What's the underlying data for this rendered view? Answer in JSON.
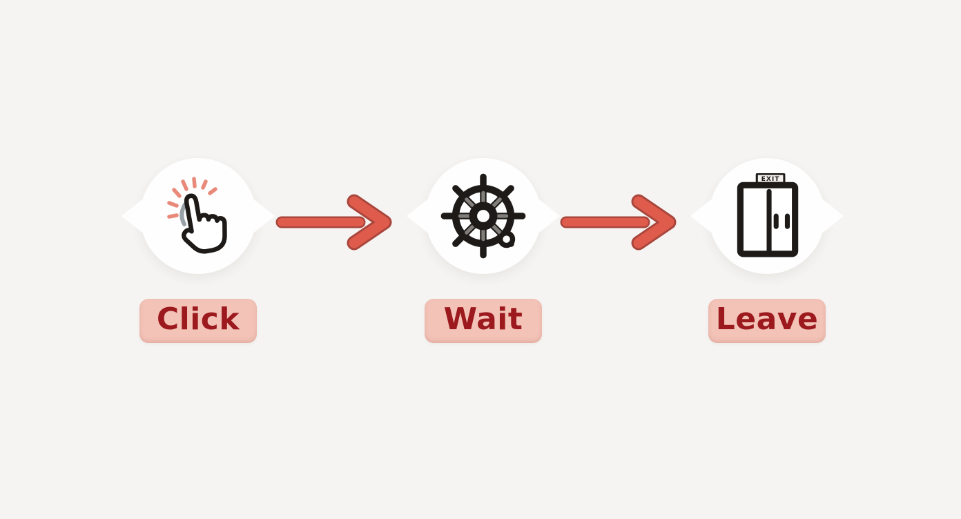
{
  "colors": {
    "background": "#f5f4f2",
    "bubble": "#fefefe",
    "arrow_fill": "#df5b4c",
    "arrow_outline": "#a8463c",
    "pill_background": "#f3c3b8",
    "label_text": "#9c1a1e",
    "icon_stroke": "#1d1a18",
    "click_rays": "#e8897a",
    "motion_gray": "#98a0a8"
  },
  "steps": [
    {
      "label": "Click",
      "icon": "click-hand-icon"
    },
    {
      "label": "Wait",
      "icon": "ship-wheel-spinner-icon"
    },
    {
      "label": "Leave",
      "icon": "elevator-door-icon",
      "door_sign_text": "EXIT"
    }
  ]
}
